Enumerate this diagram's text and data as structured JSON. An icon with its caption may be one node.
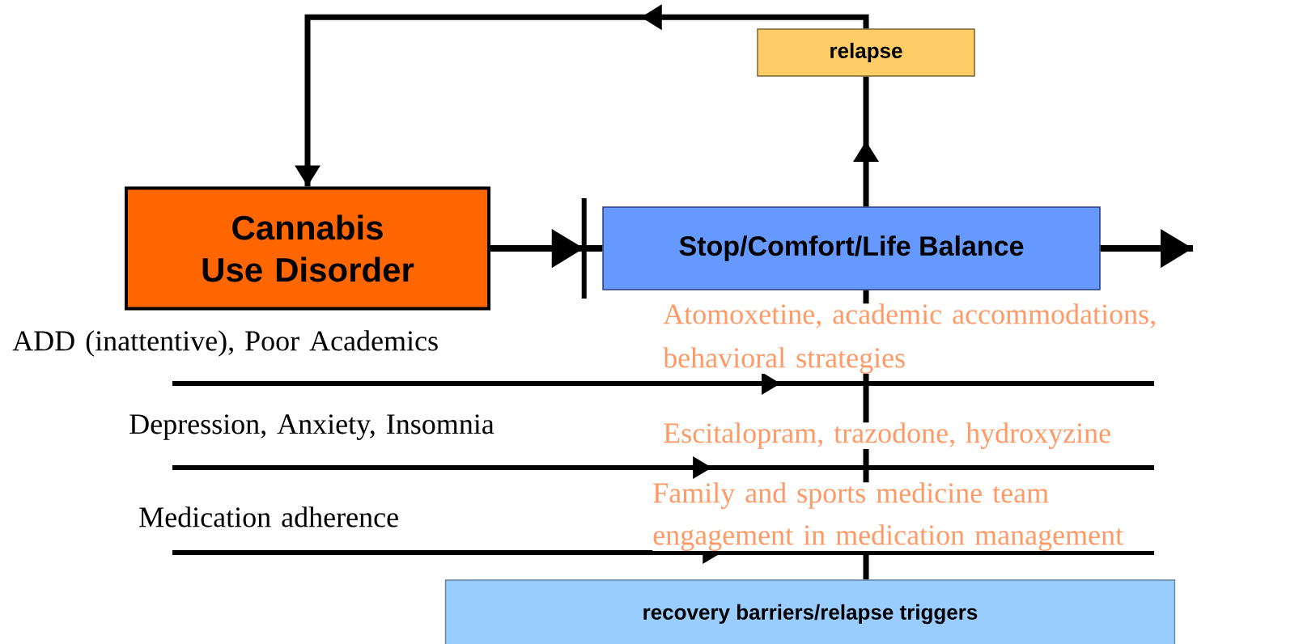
{
  "diagram": {
    "nodes": [
      {
        "text": [
          "Cannabis Use Disorder"
        ]
      },
      {
        "text": [
          "Stop/Comfort/Life Balance"
        ]
      },
      {
        "text": [
          "relapse"
        ]
      },
      {
        "text": [
          "recovery barriers/relapse triggers"
        ]
      }
    ],
    "edges": [
      {
        "from": 0,
        "to": 1,
        "arrow": "to"
      },
      {
        "from": 1,
        "to": null,
        "arrow": "to"
      },
      {
        "from": 3,
        "to": 1,
        "arrow": "none"
      },
      {
        "from": 1,
        "to": 2,
        "arrow": "to"
      },
      {
        "from": 2,
        "to": 0,
        "arrow": "to"
      }
    ],
    "labels": [
      "Atomoxetine, academic accommodations, behavioral strategies",
      "ADD (inattentive), Poor Academics",
      "Depression, Anxiety, Insomnia",
      "Escitalopram, trazodone, hydroxyzine",
      "Family and sports medicine team engagement in medication management",
      "Medication adherence"
    ]
  }
}
